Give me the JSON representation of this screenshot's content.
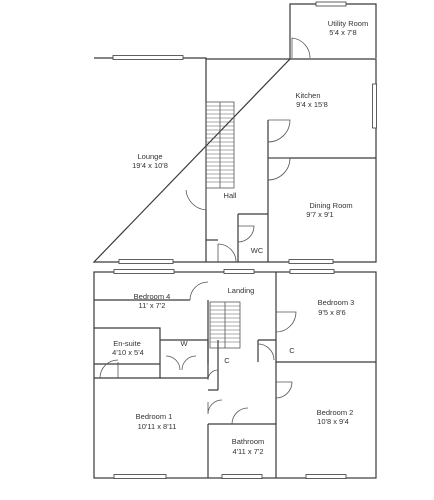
{
  "ground_floor": {
    "utility": {
      "name": "Utility Room",
      "dims": "5'4 x 7'8"
    },
    "kitchen": {
      "name": "Kitchen",
      "dims": "9'4 x 15'8"
    },
    "lounge": {
      "name": "Lounge",
      "dims": "19'4 x 10'8"
    },
    "hall": {
      "name": "Hall"
    },
    "dining": {
      "name": "Dining Room",
      "dims": "9'7 x 9'1"
    },
    "wc": {
      "name": "WC"
    }
  },
  "first_floor": {
    "landing": {
      "name": "Landing"
    },
    "bedroom4": {
      "name": "Bedroom 4",
      "dims": "11' x 7'2"
    },
    "bedroom3": {
      "name": "Bedroom 3",
      "dims": "9'5 x 8'6"
    },
    "ensuite": {
      "name": "En-suite",
      "dims": "4'10 x 5'4"
    },
    "wardrobe": {
      "name": "W"
    },
    "cupboard1": {
      "name": "C"
    },
    "cupboard2": {
      "name": "C"
    },
    "bedroom1": {
      "name": "Bedroom 1",
      "dims": "10'11 x 8'11"
    },
    "bedroom2": {
      "name": "Bedroom 2",
      "dims": "10'8 x 9'4"
    },
    "bathroom": {
      "name": "Bathroom",
      "dims": "4'11 x 7'2"
    }
  }
}
